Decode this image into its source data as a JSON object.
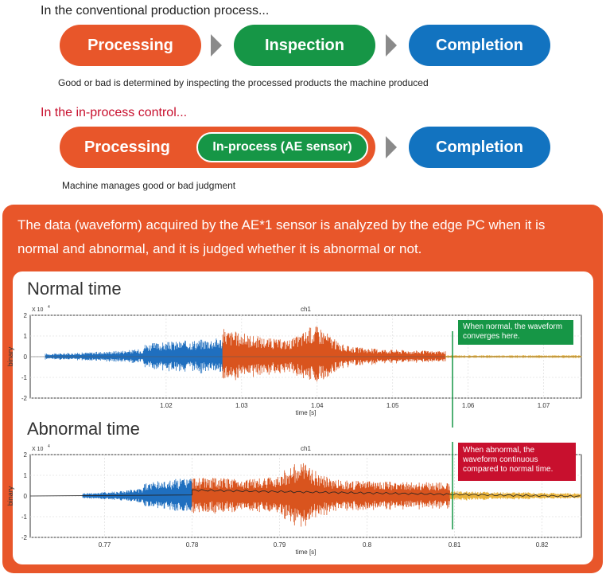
{
  "conventional": {
    "heading": "In the conventional production process...",
    "steps": [
      "Processing",
      "Inspection",
      "Completion"
    ],
    "note": "Good or bad is determined by inspecting the processed products the machine produced"
  },
  "inprocess": {
    "heading": "In the in-process control...",
    "processing": "Processing",
    "sensor": "In-process (AE sensor)",
    "completion": "Completion",
    "note": "Machine manages good or bad judgment"
  },
  "panel": {
    "description": "The data (waveform) acquired by the AE*1 sensor is analyzed by the edge PC when it is normal and abnormal, and it is judged whether it is abnormal or not."
  },
  "colors": {
    "orange": "#e8562a",
    "green": "#169646",
    "blue": "#1273c0",
    "red": "#c8102e",
    "gray_arrow": "#8a8a8a",
    "wave_blue": "#1f6fbf",
    "wave_orange": "#d9541e",
    "wave_yellow": "#e8b23a"
  },
  "chart_data": [
    {
      "type": "line",
      "panel_title": "Normal time",
      "title": "ch1",
      "xlabel": "time [s]",
      "ylabel": "binary",
      "scale_label": "X 10",
      "scale_exp": "4",
      "xlim": [
        1.002,
        1.075
      ],
      "ylim": [
        -2,
        2
      ],
      "x_ticks": [
        "1.02",
        "1.03",
        "1.04",
        "1.05",
        "1.06",
        "1.07"
      ],
      "y_ticks": [
        "2",
        "1",
        "0",
        "-1",
        "-2"
      ],
      "segments": [
        {
          "color": "blue",
          "x": [
            1.004,
            1.0275
          ]
        },
        {
          "color": "orange",
          "x": [
            1.0275,
            1.057
          ]
        },
        {
          "color": "yellow",
          "x": [
            1.057,
            1.075
          ]
        }
      ],
      "annotation": "When normal, the waveform converges here.",
      "annotation_color": "green"
    },
    {
      "type": "line",
      "panel_title": "Abnormal time",
      "title": "ch1",
      "xlabel": "time [s]",
      "ylabel": "binary",
      "scale_label": "X 10",
      "scale_exp": "4",
      "xlim": [
        0.7615,
        0.8245
      ],
      "ylim": [
        -2,
        2
      ],
      "x_ticks": [
        "0.77",
        "0.78",
        "0.79",
        "0.8",
        "0.81",
        "0.82"
      ],
      "y_ticks": [
        "2",
        "1",
        "0",
        "-1",
        "-2"
      ],
      "segments": [
        {
          "color": "blue",
          "x": [
            0.7675,
            0.78
          ]
        },
        {
          "color": "orange",
          "x": [
            0.78,
            0.8095
          ]
        },
        {
          "color": "yellow",
          "x": [
            0.8095,
            0.8245
          ]
        }
      ],
      "annotation": "When abnormal, the waveform continuous compared to normal time.",
      "annotation_color": "red"
    }
  ]
}
